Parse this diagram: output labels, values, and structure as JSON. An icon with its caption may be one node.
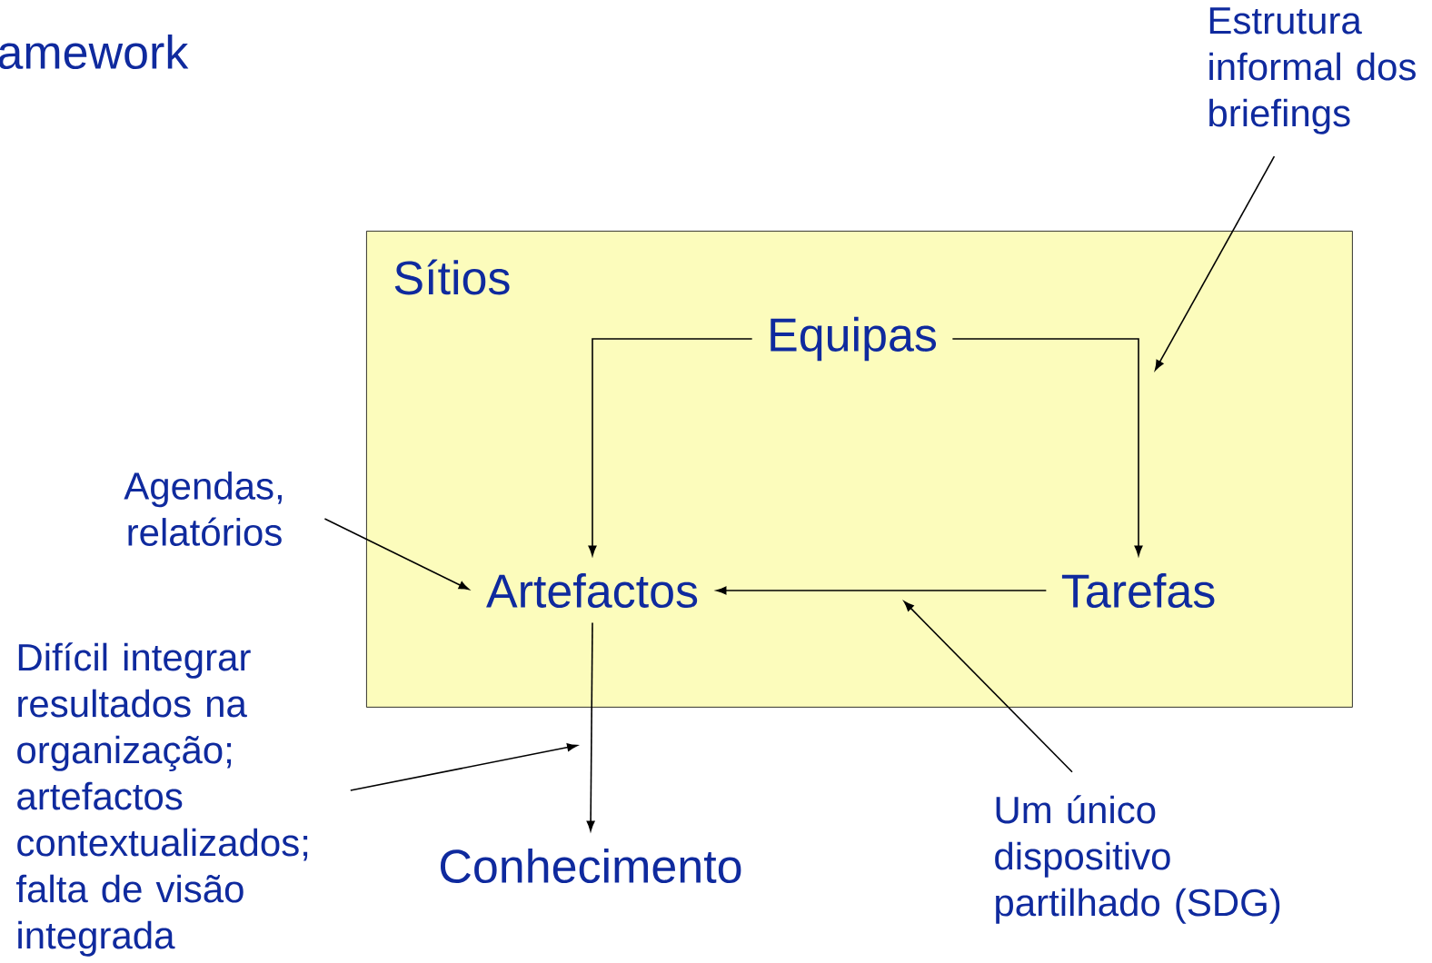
{
  "diagram": {
    "title": "amework",
    "nodes": [
      {
        "text": [
          "Sítios"
        ]
      },
      {
        "text": [
          "Equipas"
        ],
        "in": 0
      },
      {
        "text": [
          "Artefactos"
        ],
        "in": 0
      },
      {
        "text": [
          "Tarefas"
        ],
        "in": 0
      },
      {
        "text": [
          "Conhecimento"
        ]
      },
      {
        "text": [
          "Estrutura informal dos briefings"
        ]
      },
      {
        "text": [
          "Agendas, relatórios"
        ]
      },
      {
        "text": [
          "Difícil integrar resultados na organização; artefactos contextualizados; falta de visão integrada"
        ]
      },
      {
        "text": [
          "Um único dispositivo partilhado (SDG)"
        ]
      }
    ],
    "edges": [
      {
        "from": 1,
        "to": 2,
        "arrow": "to"
      },
      {
        "from": 1,
        "to": 3,
        "arrow": "to"
      },
      {
        "from": 3,
        "to": 2,
        "arrow": "to"
      },
      {
        "from": 2,
        "to": 4,
        "arrow": "to"
      },
      {
        "from": 5,
        "to": null,
        "arrow": "to"
      },
      {
        "from": 6,
        "to": 2,
        "arrow": "to"
      },
      {
        "from": 7,
        "to": null,
        "arrow": "to"
      },
      {
        "from": 8,
        "to": null,
        "arrow": "to"
      }
    ]
  }
}
